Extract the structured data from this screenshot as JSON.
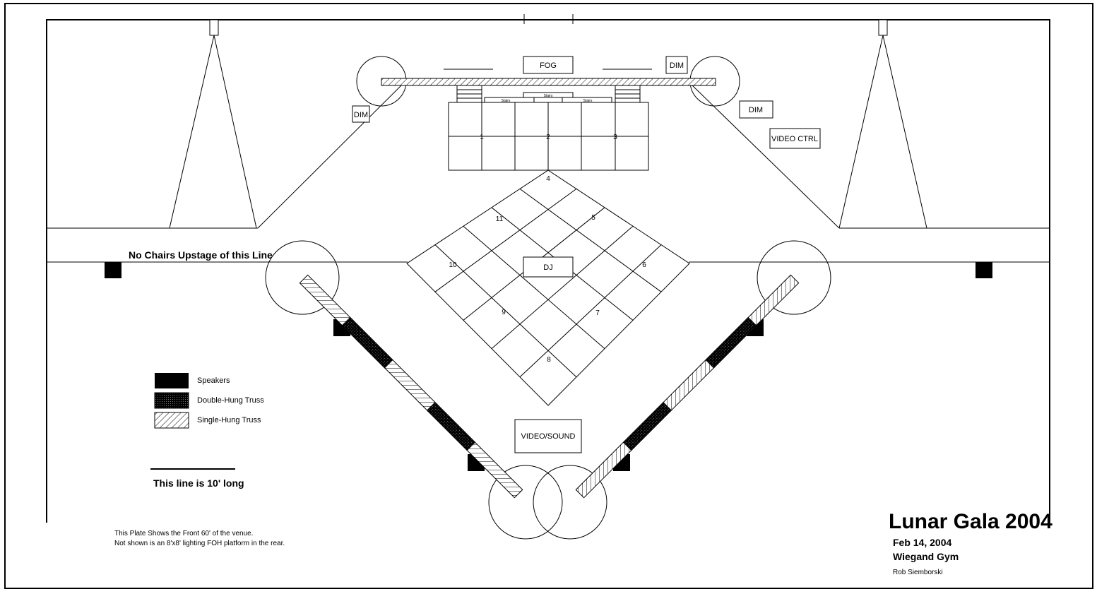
{
  "title": "Lunar Gala 2004",
  "date": "Feb 14, 2004",
  "venue": "Wiegand Gym",
  "author": "Rob Siemborski",
  "no_chairs_label": "No Chairs Upstage of this Line",
  "scale_label": "This line is 10' long",
  "footnote_1": "This Plate Shows the Front 60' of the venue.",
  "footnote_2": "Not shown is an 8'x8' lighting FOH platform in the rear.",
  "boxes": {
    "fog": "FOG",
    "dim_top_right": "DIM",
    "dim_left": "DIM",
    "dim_right": "DIM",
    "video_ctrl": "VIDEO CTRL",
    "dj": "DJ",
    "video_sound": "VIDEO/SOUND"
  },
  "stage_small_label": "Stairs",
  "stage_numbers": [
    "1",
    "2",
    "3",
    "4",
    "5",
    "6",
    "7",
    "8",
    "9",
    "10",
    "11"
  ],
  "legend": [
    {
      "label": "Speakers",
      "pattern": "solid"
    },
    {
      "label": "Double-Hung Truss",
      "pattern": "dots"
    },
    {
      "label": "Single-Hung Truss",
      "pattern": "hatch"
    }
  ],
  "colors": {
    "ink": "#000000",
    "paper": "#ffffff"
  }
}
